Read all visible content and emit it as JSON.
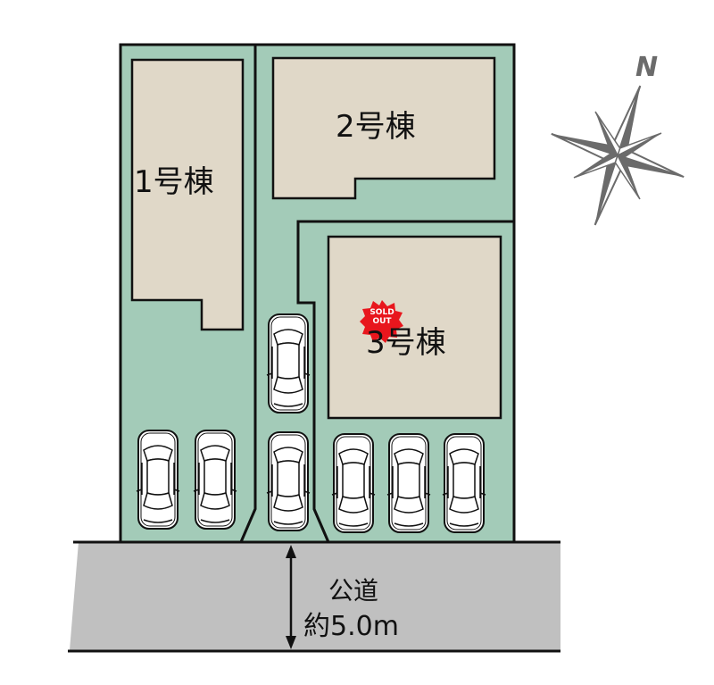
{
  "colors": {
    "lot": "#a3cbb8",
    "building": "#e0d8c8",
    "road": "#c0c0c0",
    "outline": "#111111",
    "compass": "#6b6b6b",
    "sold_badge": "#e8161d"
  },
  "compass": {
    "label": "N"
  },
  "buildings": [
    {
      "id": "1",
      "label": "1号棟",
      "status": "available"
    },
    {
      "id": "2",
      "label": "2号棟",
      "status": "available"
    },
    {
      "id": "3",
      "label": "3号棟",
      "status": "sold"
    }
  ],
  "sold_badge": {
    "line1": "SOLD",
    "line2": "OUT"
  },
  "road": {
    "name": "公道",
    "width": "約5.0m"
  },
  "parking_spaces": 7
}
